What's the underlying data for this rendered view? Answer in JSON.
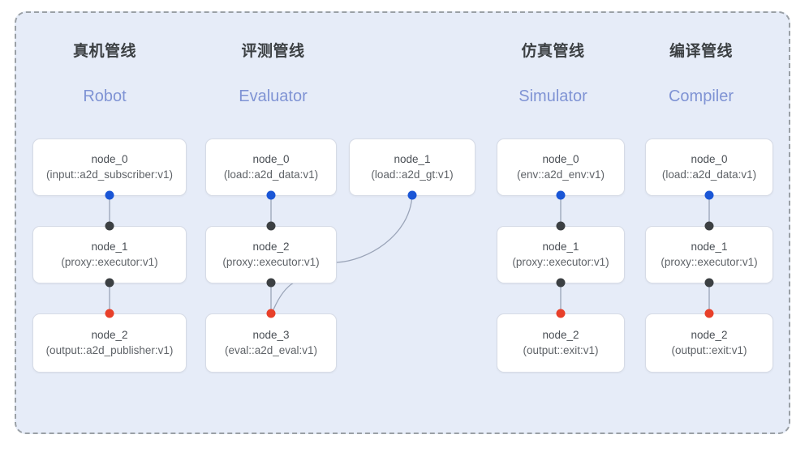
{
  "diagram": {
    "frame_style": "dashed",
    "colors": {
      "panel_bg": "#e6ecf8",
      "frame_border": "#9aa0a6",
      "card_bg": "#ffffff",
      "card_border": "#d6dbe6",
      "title": "#3c4043",
      "subtitle": "#7f93d4",
      "port_blue": "#1a56d6",
      "port_red": "#e8402a",
      "port_black": "#3c4043",
      "edge": "#9aa4b8"
    },
    "columns": [
      {
        "title": "真机管线",
        "subtitle": "Robot",
        "nodes": [
          {
            "name": "node_0",
            "spec": "(input::a2d_subscriber:v1)"
          },
          {
            "name": "node_1",
            "spec": "(proxy::executor:v1)"
          },
          {
            "name": "node_2",
            "spec": "(output::a2d_publisher:v1)"
          }
        ]
      },
      {
        "title": "评测管线",
        "subtitle": "Evaluator",
        "nodes": [
          {
            "name": "node_0",
            "spec": "(load::a2d_data:v1)"
          },
          {
            "name": "node_1",
            "spec": "(load::a2d_gt:v1)"
          },
          {
            "name": "node_2",
            "spec": "(proxy::executor:v1)"
          },
          {
            "name": "node_3",
            "spec": "(eval::a2d_eval:v1)"
          }
        ]
      },
      {
        "title": "仿真管线",
        "subtitle": "Simulator",
        "nodes": [
          {
            "name": "node_0",
            "spec": "(env::a2d_env:v1)"
          },
          {
            "name": "node_1",
            "spec": "(proxy::executor:v1)"
          },
          {
            "name": "node_2",
            "spec": "(output::exit:v1)"
          }
        ]
      },
      {
        "title": "编译管线",
        "subtitle": "Compiler",
        "nodes": [
          {
            "name": "node_0",
            "spec": "(load::a2d_data:v1)"
          },
          {
            "name": "node_1",
            "spec": "(proxy::executor:v1)"
          },
          {
            "name": "node_2",
            "spec": "(output::exit:v1)"
          }
        ]
      }
    ]
  }
}
